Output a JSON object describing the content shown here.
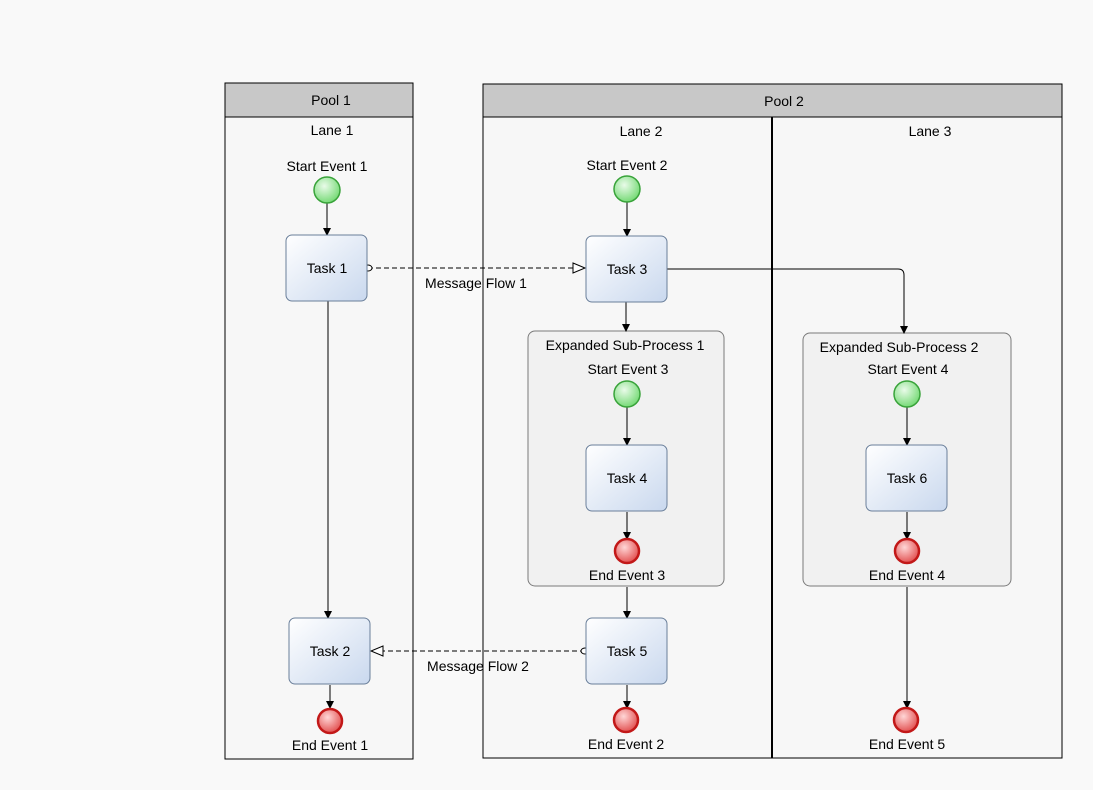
{
  "pools": {
    "pool1": {
      "title": "Pool 1",
      "lanes": {
        "lane1": "Lane 1"
      }
    },
    "pool2": {
      "title": "Pool 2",
      "lanes": {
        "lane2": "Lane 2",
        "lane3": "Lane 3"
      }
    }
  },
  "start_events": {
    "se1": "Start Event 1",
    "se2": "Start Event 2",
    "se3": "Start Event 3",
    "se4": "Start Event 4"
  },
  "end_events": {
    "ee1": "End Event 1",
    "ee2": "End Event 2",
    "ee3": "End Event 3",
    "ee4": "End Event 4",
    "ee5": "End Event 5"
  },
  "tasks": {
    "t1": "Task 1",
    "t2": "Task 2",
    "t3": "Task 3",
    "t4": "Task 4",
    "t5": "Task 5",
    "t6": "Task 6"
  },
  "subprocesses": {
    "sp1": "Expanded Sub-Process 1",
    "sp2": "Expanded Sub-Process 2"
  },
  "message_flows": {
    "mf1": "Message Flow 1",
    "mf2": "Message Flow 2"
  },
  "colors": {
    "pool_header": "#c8c8c8",
    "start_event": "#6fd86f",
    "end_event": "#e04848",
    "task_fill": "#dbe6f5"
  }
}
